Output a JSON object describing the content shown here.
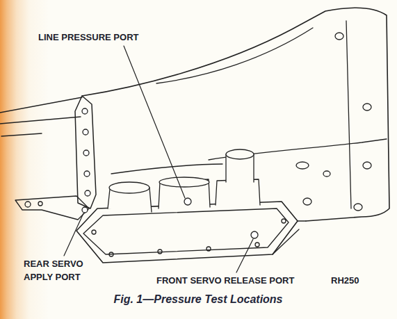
{
  "diagram": {
    "caption": "Fig. 1—Pressure Test Locations",
    "labels": [
      "LINE PRESSURE PORT",
      "REAR SERVO APPLY PORT",
      "FRONT SERVO RELEASE PORT",
      "RH250"
    ]
  }
}
